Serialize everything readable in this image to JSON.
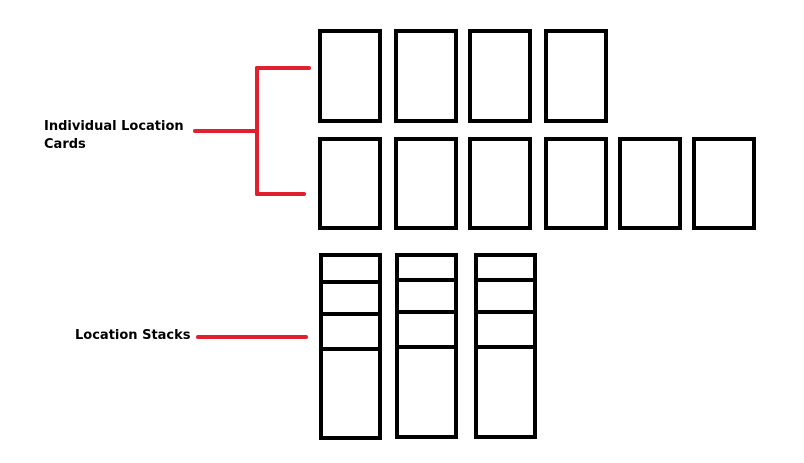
{
  "labels": {
    "individual_cards": "Individual Location Cards",
    "individual_cards_line1": "Individual Location",
    "individual_cards_line2": "Cards",
    "location_stacks": "Location Stacks"
  },
  "colors": {
    "background": "#ffffff",
    "card_stroke": "#000000",
    "pointer": "#e0202c"
  },
  "card_rows": [
    {
      "name": "top-row",
      "count": 4
    },
    {
      "name": "middle-row",
      "count": 6
    }
  ],
  "stacks": {
    "count": 3,
    "layers_per_stack": 4
  }
}
